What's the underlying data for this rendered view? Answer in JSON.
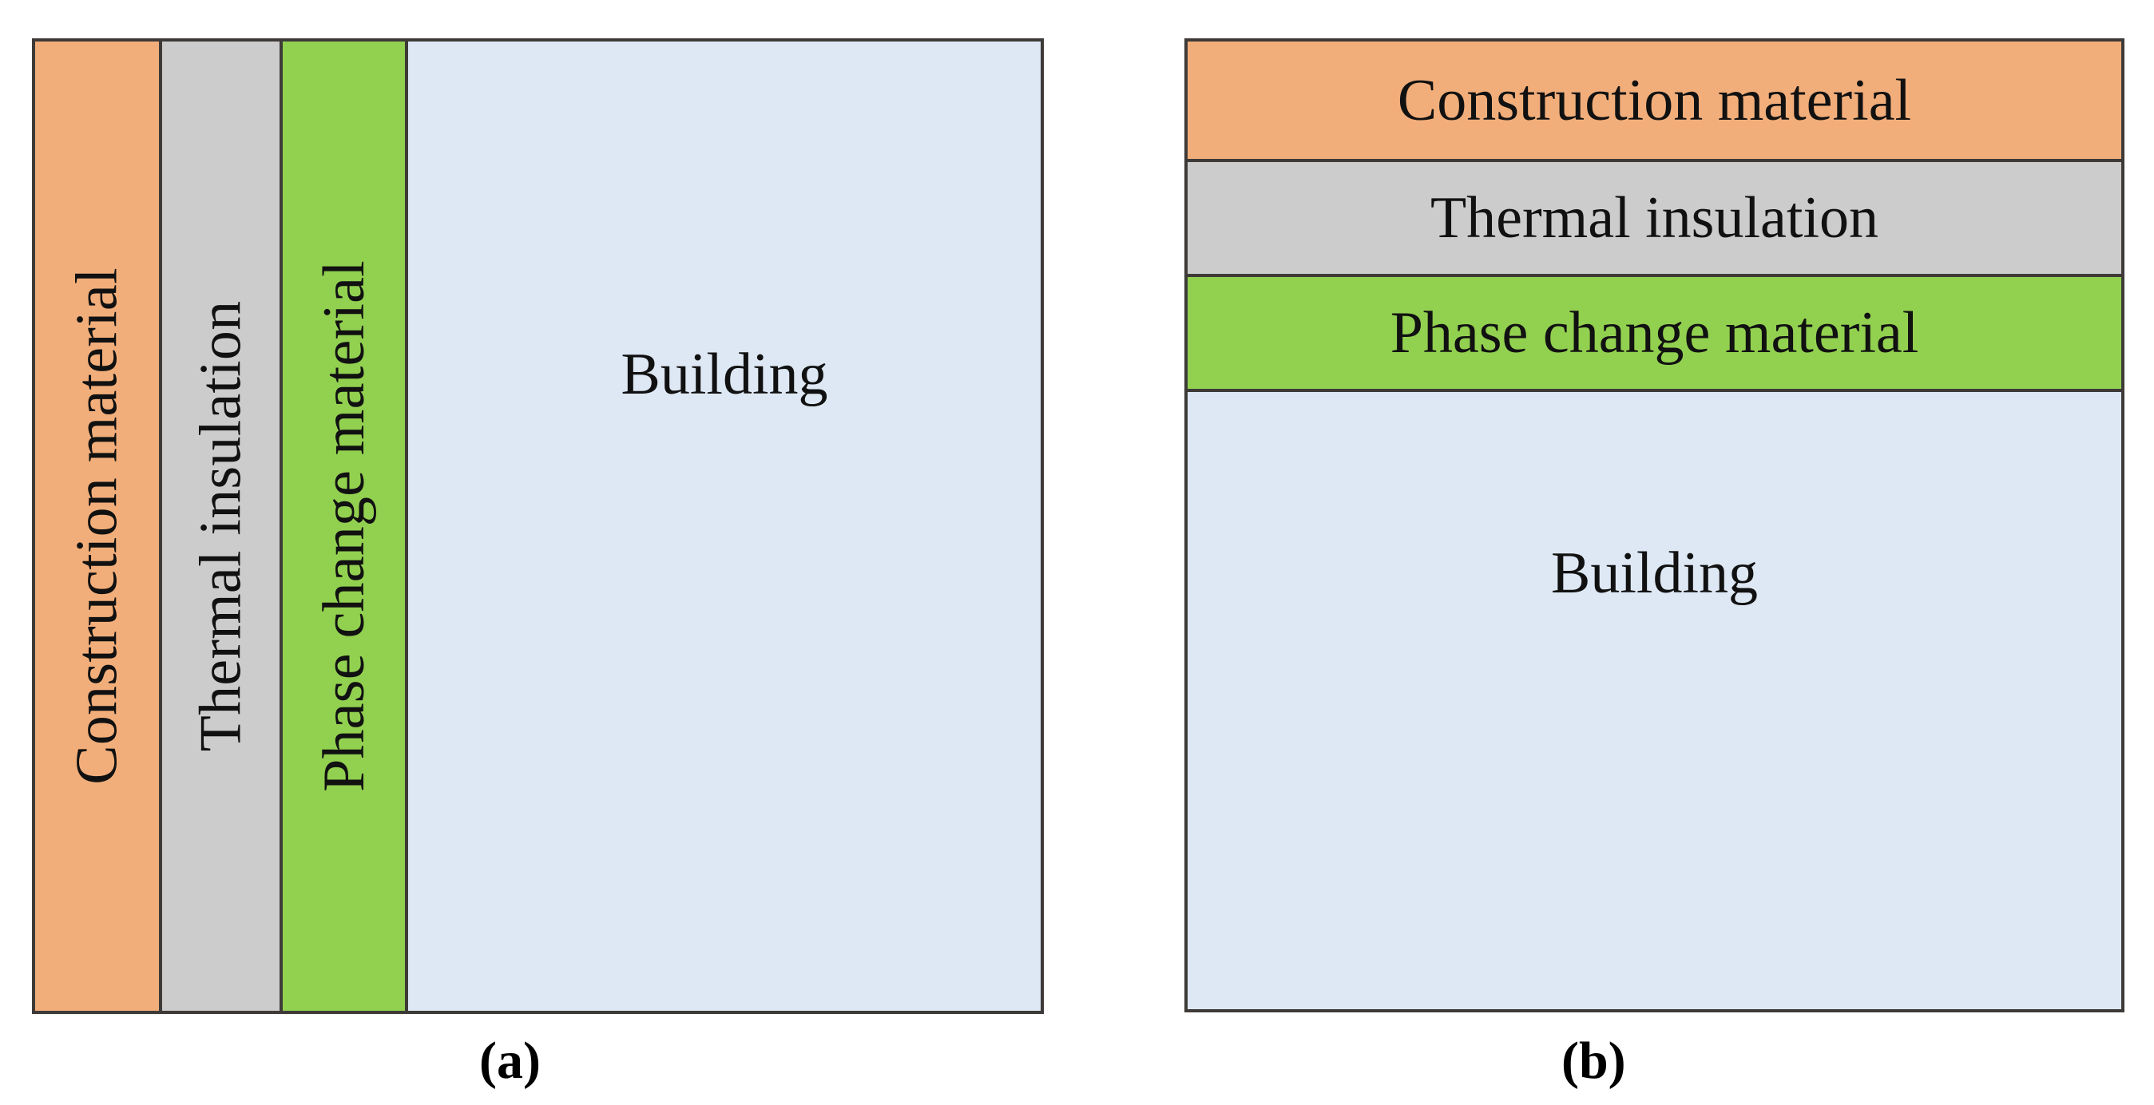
{
  "figure": {
    "type": "layered-wall-assembly-diagram",
    "background_color": "#FFFFFF",
    "border_color": "#3D3A38",
    "panels": [
      {
        "id": "a",
        "caption": "(a)",
        "orientation": "vertical-layers",
        "text_orientation": "rotated-90-ccw",
        "layers": [
          {
            "key": "construction",
            "label": "Construction material",
            "color": "#F2AE7A"
          },
          {
            "key": "insulation",
            "label": "Thermal insulation",
            "color": "#CCCCCC"
          },
          {
            "key": "pcm",
            "label": "Phase change material",
            "color": "#92D050"
          },
          {
            "key": "building",
            "label": "Building",
            "color": "#DEE8F4"
          }
        ]
      },
      {
        "id": "b",
        "caption": "(b)",
        "orientation": "horizontal-bands",
        "text_orientation": "horizontal",
        "layers": [
          {
            "key": "construction",
            "label": "Construction material",
            "color": "#F2AE7A"
          },
          {
            "key": "insulation",
            "label": "Thermal insulation",
            "color": "#CCCCCC"
          },
          {
            "key": "pcm",
            "label": "Phase change material",
            "color": "#92D050"
          },
          {
            "key": "building",
            "label": "Building",
            "color": "#DEE8F4"
          }
        ]
      }
    ]
  }
}
